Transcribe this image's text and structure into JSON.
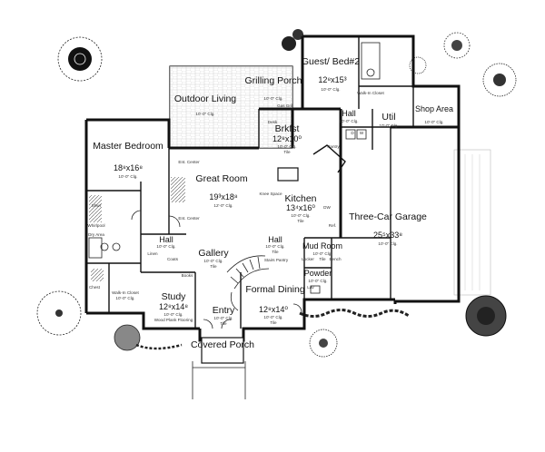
{
  "rooms": {
    "outdoor_living": {
      "name": "Outdoor Living",
      "ceiling": "10'-0\" Clg."
    },
    "grilling_porch": {
      "name": "Grilling Porch",
      "ceiling": "10'-0\" Clg.",
      "feature": "Gas Grill"
    },
    "guest_bed": {
      "name": "Guest/ Bed#2",
      "dims": "12⁸x15³",
      "ceiling": "10'-0\" Clg."
    },
    "walk_in_closet_guest": {
      "name": "Walk-In Closet"
    },
    "hall_upper": {
      "name": "Hall",
      "ceiling": "10'-0\" Clg."
    },
    "util": {
      "name": "Util",
      "ceiling": "10'-0\" Clg."
    },
    "shop_area": {
      "name": "Shop Area",
      "ceiling": "10'-0\" Clg."
    },
    "brkfst": {
      "name": "Brkfst",
      "dims": "12⁸x10⁰",
      "ceiling": "10'-0\" Clg.",
      "floor": "Tile"
    },
    "master_bedroom": {
      "name": "Master Bedroom",
      "dims": "18⁸x16⁸",
      "ceiling": "10'-0\" Clg."
    },
    "great_room": {
      "name": "Great Room",
      "dims": "19³x18⁸",
      "ceiling": "12'-0\" Clg."
    },
    "kitchen": {
      "name": "Kitchen",
      "dims": "13⁴x16⁰",
      "ceiling": "10'-0\" Clg.",
      "floor": "Tile",
      "feature": "Knee Space"
    },
    "three_car_garage": {
      "name": "Three-Car Garage",
      "dims": "25⁵x33⁸",
      "ceiling": "10'-0\" Clg."
    },
    "hall_left": {
      "name": "Hall",
      "ceiling": "10'-0\" Clg."
    },
    "gallery": {
      "name": "Gallery",
      "ceiling": "10'-0\" Clg.",
      "floor": "Tile"
    },
    "hall_mid": {
      "name": "Hall",
      "ceiling": "10'-0\" Clg.",
      "floor": "Tile"
    },
    "mud_room": {
      "name": "Mud Room",
      "ceiling": "10'-0\" Clg.",
      "floor": "Tile"
    },
    "powder": {
      "name": "Powder",
      "ceiling": "10'-0\" Clg."
    },
    "walk_in_closet_master": {
      "name": "Walk-In Closet",
      "ceiling": "10'-0\" Clg."
    },
    "study": {
      "name": "Study",
      "dims": "12⁸x14⁸",
      "ceiling": "10'-0\" Clg.",
      "floor": "Wood Plank Flooring"
    },
    "entry": {
      "name": "Entry",
      "ceiling": "10'-0\" Clg.",
      "floor": "Tile"
    },
    "formal_dining": {
      "name": "Formal Dining",
      "dims": "12⁸x14⁰",
      "ceiling": "10'-0\" Clg.",
      "floor": "Tile"
    },
    "covered_porch": {
      "name": "Covered Porch"
    }
  },
  "fixtures": {
    "shower": "Shwr",
    "linen": "Linen",
    "coats": "Coats",
    "books": "Books",
    "pantry": "Pantry",
    "desk": "Desk",
    "ent_center": "Ent. Center",
    "dw": "DW",
    "ref": "Ref.",
    "washer": "W",
    "dryer": "D",
    "chest": "Chest",
    "locker": "Locker",
    "bench": "Bench",
    "whirlpool": "Whirlpool",
    "dry_area": "Dry Area",
    "stairs_pantry": "Stairs Pantry",
    "lav": "Lav"
  }
}
